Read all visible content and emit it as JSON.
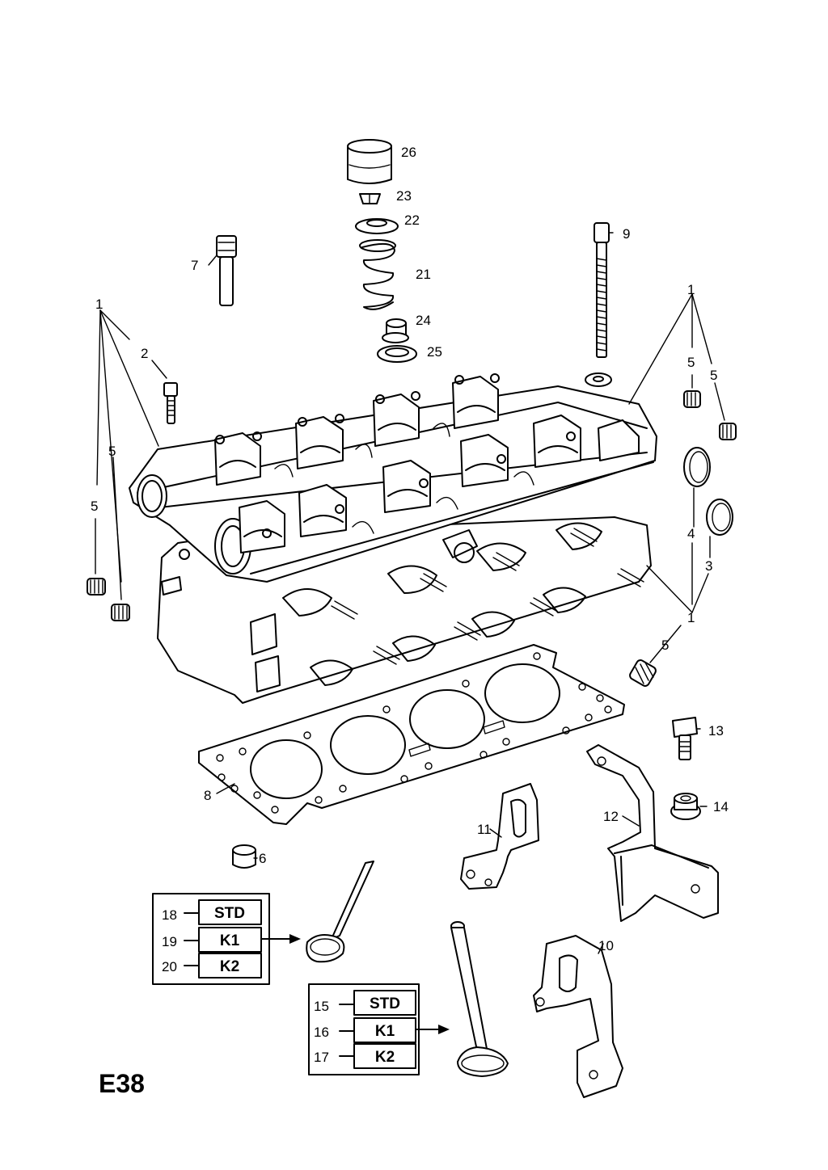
{
  "page_code": "E38",
  "callouts": {
    "c1a": "1",
    "c1b": "1",
    "c1c": "1",
    "c2": "2",
    "c3": "3",
    "c4": "4",
    "c5a": "5",
    "c5b": "5",
    "c5c": "5",
    "c5d": "5",
    "c5e": "5",
    "c6": "6",
    "c7": "7",
    "c8": "8",
    "c9": "9",
    "c10": "10",
    "c11": "11",
    "c12": "12",
    "c13": "13",
    "c14": "14",
    "c21": "21",
    "c22": "22",
    "c23": "23",
    "c24": "24",
    "c25": "25",
    "c26": "26"
  },
  "valve_table_upper": {
    "rows": [
      {
        "ref": "18",
        "label": "STD"
      },
      {
        "ref": "19",
        "label": "K1"
      },
      {
        "ref": "20",
        "label": "K2"
      }
    ]
  },
  "valve_table_lower": {
    "rows": [
      {
        "ref": "15",
        "label": "STD"
      },
      {
        "ref": "16",
        "label": "K1"
      },
      {
        "ref": "17",
        "label": "K2"
      }
    ]
  }
}
